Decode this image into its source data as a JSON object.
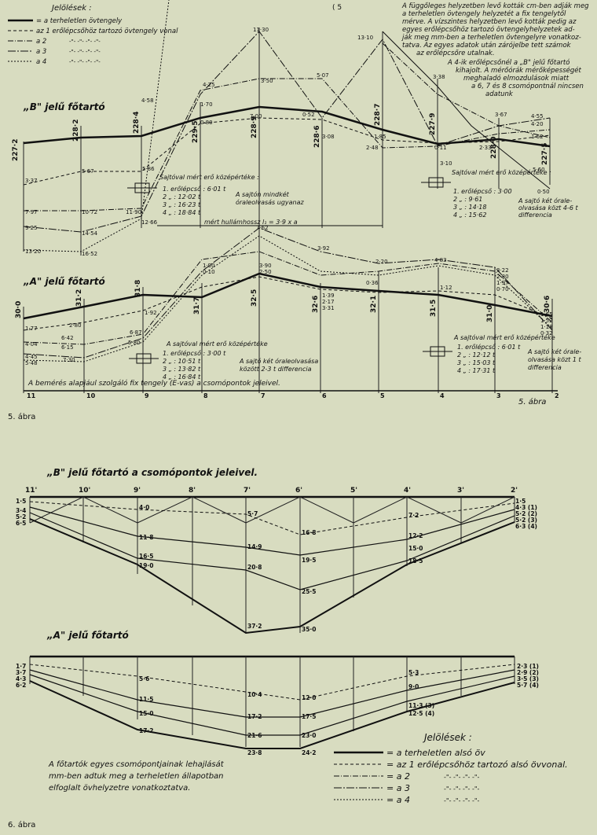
{
  "fig5": {
    "top_note": [
      "A függőleges helyzetben levő kották cm-ben adják meg",
      "a terheletlen övtengely helyzetét a fix tengelytől",
      "mérve. A vízszintes helyzetben levő kották pedig az",
      "egyes erőlépcsőhöz tartozó övtengelyhelyzetek ad-",
      "ják meg mm-ben a terheletlen övtengelyre vonatkoz-",
      "tatva. Az egyes adatok után zárójelbe tett számok",
      "az erőlépcsőre utalnak."
    ],
    "note2": [
      "A 4-ik erőlépcsőnél a „B\" jelű főtartó",
      "kihajolt. A mérőórák mérőképességét",
      "meghaladó elmozdulások miatt",
      "a 6, 7 és 8 csomópontnál nincsen",
      "adatunk"
    ],
    "legend_title": "Jelölések :",
    "legend": [
      {
        "label": "= a terheletlen övtengely",
        "marks": ""
      },
      {
        "label": "az 1 erőlépcsőhöz tartozó övtengely vonal",
        "marks": ""
      },
      {
        "label": "a 2",
        "marks": "-\"-    -\"-    -\"-    -\"-"
      },
      {
        "label": "a 3",
        "marks": "-\"-    -\"-    -\"-    -\"-"
      },
      {
        "label": "a 4",
        "marks": "-\"-    -\"-    -\"-    -\"-"
      }
    ],
    "b_title": "„B\" jelű főtartó",
    "a_title": "„A\" jelű főtartó",
    "b_left_forces_title": "Sajtóval mért erő középértéke :",
    "b_left_forces": [
      "1. erőlépcső : 6·01 t",
      "2    „    : 12·02 t",
      "3    „    : 16·23 t",
      "4    „    : 18·84 t"
    ],
    "b_left_note": [
      "A sajtón mindkét",
      "óraleolvasás ugyanaz"
    ],
    "b_right_forces_title": "Sajtóval mért erő középértéke :",
    "b_right_forces": [
      "1. erőlépcső : 3·00",
      "2    „    : 9·61",
      "3    „    : 14·18",
      "4    „    : 15·62"
    ],
    "b_right_note": [
      "A sajtó két órale-",
      "olvasása közt 4-6 t",
      "differencia"
    ],
    "wave_label": "mért hullámhossz  l₁ = 3·9 x a",
    "a_left_forces_title": "A sajtóval mért erő középértéke",
    "a_left_forces": [
      "1. erőlépcső : 3·00 t",
      "2    „    : 10·51 t",
      "3    „    : 13·82 t",
      "4    „    : 16·84 t"
    ],
    "a_left_note": [
      "A sajtó két óraleolvasása",
      "között 2-3 t differencia"
    ],
    "a_right_forces_title": "A sajtóval mért erő középértéke",
    "a_right_forces": [
      "1. erőlépcső : 6·01 t",
      "2    „    : 12·12 t",
      "3    „    : 15·03 t",
      "4    „    : 17·31 t"
    ],
    "a_right_note": [
      "A sajtó két órale-",
      "olvasása közt 1 t",
      "differencia"
    ],
    "fix_axis_label": "A bemérés alapjául szolgáló fix tengely (E-vas) a csomópontok jeleivel.",
    "node_numbers": [
      "11",
      "10",
      "9",
      "8",
      "7",
      "6",
      "5",
      "4",
      "3",
      "2"
    ],
    "b_heights": [
      "227·2",
      "228·2",
      "228·4",
      "229·5",
      "228·9",
      "228·6",
      "228·7",
      "227·9",
      "228·0",
      "227·5"
    ],
    "a_heights": [
      "30·0",
      "31·2",
      "31·8",
      "31·7",
      "32·5",
      "32·6",
      "32·1",
      "31·5",
      "31·0",
      "30·6"
    ],
    "b_top_values": [
      "11·30",
      "3·50",
      "5·07",
      "13·10",
      "3·38",
      "4·25",
      "1·70",
      "0·80",
      "7·00",
      "0·52",
      "3·08",
      "1·85",
      "2·48",
      "3·67"
    ],
    "b_side_values": [
      "3·37",
      "7·97",
      "9·25",
      "13·20",
      "5·67",
      "10·72",
      "14·54",
      "16·52",
      "5·86",
      "11·90",
      "12·66",
      "4·58"
    ],
    "b_right_values": [
      "4·55",
      "4·20",
      "1·62",
      "0·50",
      "0·11",
      "2·33",
      "3·10",
      "5·60"
    ],
    "a_top_values": [
      "7·62",
      "3·92",
      "2·20",
      "4·83"
    ],
    "a_mid_values": [
      "1·90",
      "0·10",
      "3·90",
      "2·50",
      "0·36",
      "1·39",
      "2·17",
      "3·31",
      "1·12",
      "3·22",
      "2·80",
      "1·97",
      "0·70"
    ],
    "a_left_values": [
      "1·77",
      "4·04",
      "4·45",
      "5·48",
      "2·80",
      "6·42",
      "6·15",
      "7·30",
      "1·92",
      "6·87",
      "5·80"
    ],
    "a_right_values": [
      "1·65",
      "1·52",
      "1·18",
      "0·32"
    ],
    "caption": "5. ábra",
    "caption_right": "5. ábra",
    "top_mark": "( 5"
  },
  "fig6": {
    "b_title": "„B\" jelű főtartó a csomópontok jeleivel.",
    "a_title": "„A\" jelű főtartó",
    "nodes": [
      "11'",
      "10'",
      "9'",
      "8'",
      "7'",
      "6'",
      "5'",
      "4'",
      "3'",
      "2'"
    ],
    "b_left_values": [
      "1·5",
      "3·4",
      "5·2",
      "6·5"
    ],
    "b_right_values": [
      "1·5",
      "4·3 (1)",
      "5·2 (2)",
      "5·2 (3)",
      "6·3 (4)"
    ],
    "b_values": [
      "4·0",
      "11·8",
      "16·5",
      "19·0",
      "5·7",
      "14·9",
      "20·8",
      "37·2",
      "16·8",
      "19·5",
      "25·5",
      "35·0",
      "7·2",
      "12·2",
      "15·0",
      "18·5"
    ],
    "a_left_values": [
      "1·7",
      "3·7",
      "4·3",
      "6·2"
    ],
    "a_right_values": [
      "2·3 (1)",
      "2·9 (2)",
      "3·5 (3)",
      "5·7 (4)"
    ],
    "a_values": [
      "5·6",
      "11·5",
      "15·0",
      "17·2",
      "10·4",
      "17·2",
      "21·6",
      "23·8",
      "12·0",
      "17·5",
      "23·0",
      "24·2",
      "5·3",
      "9·0",
      "11·3 (3)",
      "12·5 (4)"
    ],
    "note": [
      "A főtartók egyes csomópontjainak lehajlását",
      "mm-ben adtuk meg a terheletlen állapotban",
      "elfoglalt övhelyzetre vonatkoztatva."
    ],
    "legend_title": "Jelölések :",
    "legend": [
      {
        "label": "= a terheletlen alsó öv",
        "marks": ""
      },
      {
        "label": "= az 1 erőlépcsőhöz tartozó alsó övvonal.",
        "marks": ""
      },
      {
        "label": "= a 2",
        "marks": "-\"-      -\"-   -\"-      -\"-"
      },
      {
        "label": "= a 3",
        "marks": "-\"-      -\"-   -\"-      -\"-"
      },
      {
        "label": "= a 4",
        "marks": "-\"-      -\"-   -\"-      -\"-"
      }
    ],
    "caption": "6. ábra"
  }
}
